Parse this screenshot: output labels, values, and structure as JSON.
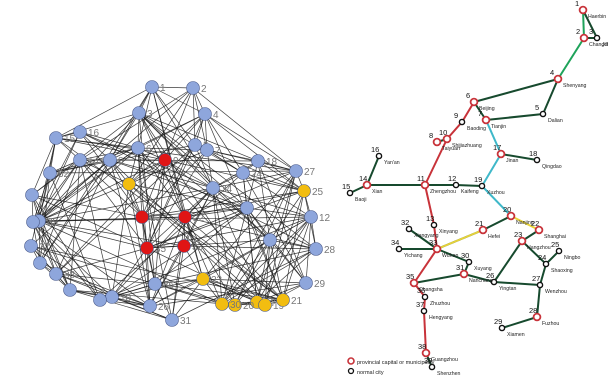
{
  "colors": {
    "node_blue": "#8ea6dc",
    "node_red": "#e01515",
    "node_yellow": "#f2bd10",
    "edge_dark": "#1a1a1a",
    "line_red": "#c8333a",
    "line_green": "#1ea35a",
    "line_darkgreen": "#174a2e",
    "line_teal": "#3fb8c9",
    "line_yellow": "#e6d23a",
    "text_grey": "#777777"
  },
  "network": {
    "labels": [
      "1",
      "2",
      "3",
      "4",
      "5",
      "6",
      "7",
      "8",
      "9",
      "10",
      "11",
      "12",
      "13",
      "14",
      "15",
      "16",
      "17",
      "18",
      "19",
      "20",
      "21",
      "22",
      "23",
      "24",
      "25",
      "26",
      "27",
      "28",
      "29",
      "30",
      "31",
      "32",
      "33",
      "34",
      "35",
      "36",
      "37",
      "38",
      "39"
    ],
    "red_nodes": [
      "13",
      "22",
      "23",
      "33",
      "35",
      "9"
    ],
    "yellow_nodes": [
      "11",
      "19",
      "20",
      "21",
      "23",
      "25",
      "30",
      "34"
    ]
  },
  "map": {
    "legend": {
      "capital_label": "provincial capital or municipality",
      "normal_label": "normal city"
    },
    "cities": [
      {
        "id": "1",
        "name": "Haerbin",
        "capital": true
      },
      {
        "id": "2",
        "name": "Changchun",
        "capital": true
      },
      {
        "id": "3",
        "name": "Jilin",
        "capital": false
      },
      {
        "id": "4",
        "name": "Shenyang",
        "capital": true
      },
      {
        "id": "5",
        "name": "Dalian",
        "capital": false
      },
      {
        "id": "6",
        "name": "Beijing",
        "capital": true
      },
      {
        "id": "7",
        "name": "Tianjin",
        "capital": true
      },
      {
        "id": "8",
        "name": "Taiyuan",
        "capital": true
      },
      {
        "id": "9",
        "name": "Baoding",
        "capital": false
      },
      {
        "id": "10",
        "name": "Shijiazhuang",
        "capital": true
      },
      {
        "id": "11",
        "name": "Zhengzhou",
        "capital": true
      },
      {
        "id": "12",
        "name": "Kaifeng",
        "capital": false
      },
      {
        "id": "13",
        "name": "Xinyang",
        "capital": false
      },
      {
        "id": "14",
        "name": "Xian",
        "capital": true
      },
      {
        "id": "15",
        "name": "Baoji",
        "capital": false
      },
      {
        "id": "16",
        "name": "Yan'an",
        "capital": false
      },
      {
        "id": "17",
        "name": "Jinan",
        "capital": true
      },
      {
        "id": "18",
        "name": "Qingdao",
        "capital": false
      },
      {
        "id": "19",
        "name": "Xuzhou",
        "capital": false
      },
      {
        "id": "20",
        "name": "Nanjing",
        "capital": true
      },
      {
        "id": "21",
        "name": "Hefei",
        "capital": true
      },
      {
        "id": "22",
        "name": "Shanghai",
        "capital": true
      },
      {
        "id": "23",
        "name": "Hangzhou",
        "capital": true
      },
      {
        "id": "24",
        "name": "Shaoxing",
        "capital": false
      },
      {
        "id": "25",
        "name": "Ningbo",
        "capital": false
      },
      {
        "id": "26",
        "name": "Yingtan",
        "capital": false
      },
      {
        "id": "27",
        "name": "Wenzhou",
        "capital": false
      },
      {
        "id": "28",
        "name": "Fuzhou",
        "capital": true
      },
      {
        "id": "29",
        "name": "Xiamen",
        "capital": false
      },
      {
        "id": "30",
        "name": "Xuyang",
        "capital": false
      },
      {
        "id": "31",
        "name": "Nanchang",
        "capital": true
      },
      {
        "id": "32",
        "name": "Xiangyang",
        "capital": false
      },
      {
        "id": "33",
        "name": "Wuhan",
        "capital": true
      },
      {
        "id": "34",
        "name": "Yichang",
        "capital": false
      },
      {
        "id": "35",
        "name": "Changsha",
        "capital": true
      },
      {
        "id": "36",
        "name": "Zhuzhou",
        "capital": false
      },
      {
        "id": "37",
        "name": "Hengyang",
        "capital": false
      },
      {
        "id": "38",
        "name": "Guangzhou",
        "capital": true
      },
      {
        "id": "39",
        "name": "Shenzhen",
        "capital": false
      }
    ],
    "lines": [
      {
        "color": "line_green",
        "path": [
          "1",
          "2",
          "4"
        ]
      },
      {
        "color": "line_darkgreen",
        "path": [
          "1",
          "3"
        ]
      },
      {
        "color": "line_darkgreen",
        "path": [
          "2",
          "3"
        ]
      },
      {
        "color": "line_darkgreen",
        "path": [
          "4",
          "6"
        ]
      },
      {
        "color": "line_darkgreen",
        "path": [
          "4",
          "5"
        ]
      },
      {
        "color": "line_darkgreen",
        "path": [
          "5",
          "7"
        ]
      },
      {
        "color": "line_darkgreen",
        "path": [
          "6",
          "7"
        ]
      },
      {
        "color": "line_red",
        "path": [
          "6",
          "9",
          "10",
          "11",
          "13",
          "33",
          "35",
          "36",
          "37",
          "38"
        ]
      },
      {
        "color": "line_darkgreen",
        "path": [
          "38",
          "39"
        ]
      },
      {
        "color": "line_darkgreen",
        "path": [
          "8",
          "10"
        ]
      },
      {
        "color": "line_teal",
        "path": [
          "7",
          "17",
          "19",
          "20"
        ]
      },
      {
        "color": "line_darkgreen",
        "path": [
          "17",
          "18"
        ]
      },
      {
        "color": "line_darkgreen",
        "path": [
          "15",
          "14",
          "11"
        ]
      },
      {
        "color": "line_darkgreen",
        "path": [
          "16",
          "14"
        ]
      },
      {
        "color": "line_darkgreen",
        "path": [
          "11",
          "12",
          "19"
        ]
      },
      {
        "color": "line_yellow",
        "path": [
          "20",
          "22"
        ]
      },
      {
        "color": "line_darkgreen",
        "path": [
          "20",
          "21",
          "33"
        ]
      },
      {
        "color": "line_darkgreen",
        "path": [
          "22",
          "23"
        ]
      },
      {
        "color": "line_darkgreen",
        "path": [
          "23",
          "24",
          "25"
        ]
      },
      {
        "color": "line_darkgreen",
        "path": [
          "23",
          "26"
        ]
      },
      {
        "color": "line_darkgreen",
        "path": [
          "32",
          "33"
        ]
      },
      {
        "color": "line_darkgreen",
        "path": [
          "34",
          "33"
        ]
      },
      {
        "color": "line_darkgreen",
        "path": [
          "33",
          "30",
          "31",
          "26"
        ]
      },
      {
        "color": "line_darkgreen",
        "path": [
          "35",
          "31"
        ]
      },
      {
        "color": "line_darkgreen",
        "path": [
          "26",
          "27",
          "28",
          "29"
        ]
      },
      {
        "color": "line_darkgreen",
        "path": [
          "24",
          "27"
        ]
      },
      {
        "color": "line_yellow",
        "path": [
          "33",
          "21"
        ]
      }
    ]
  }
}
